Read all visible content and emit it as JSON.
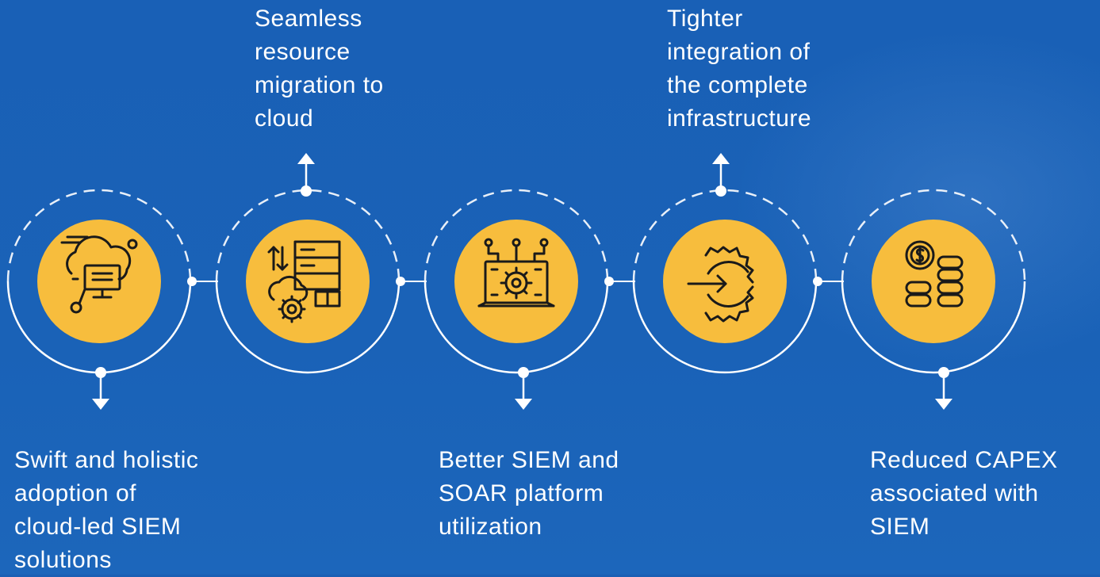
{
  "colors": {
    "background": "#1a5fb4",
    "icon_circle": "#f7bd3d",
    "line": "#ffffff",
    "icon_stroke": "#1a1a1a"
  },
  "steps": [
    {
      "icon": "cloud-computer-icon",
      "label": "Swift and holistic\nadoption of\ncloud-led SIEM\nsolutions",
      "label_position": "bottom"
    },
    {
      "icon": "server-cloud-gear-icon",
      "label": "Seamless\nresource\nmigration to\ncloud",
      "label_position": "top"
    },
    {
      "icon": "laptop-gear-icon",
      "label": "Better SIEM and\nSOAR platform\nutilization",
      "label_position": "bottom"
    },
    {
      "icon": "gear-arrow-icon",
      "label": "Tighter\nintegration of\nthe complete\ninfrastructure",
      "label_position": "top"
    },
    {
      "icon": "coin-stacks-icon",
      "label": "Reduced CAPEX\nassociated with\nSIEM",
      "label_position": "bottom"
    }
  ]
}
